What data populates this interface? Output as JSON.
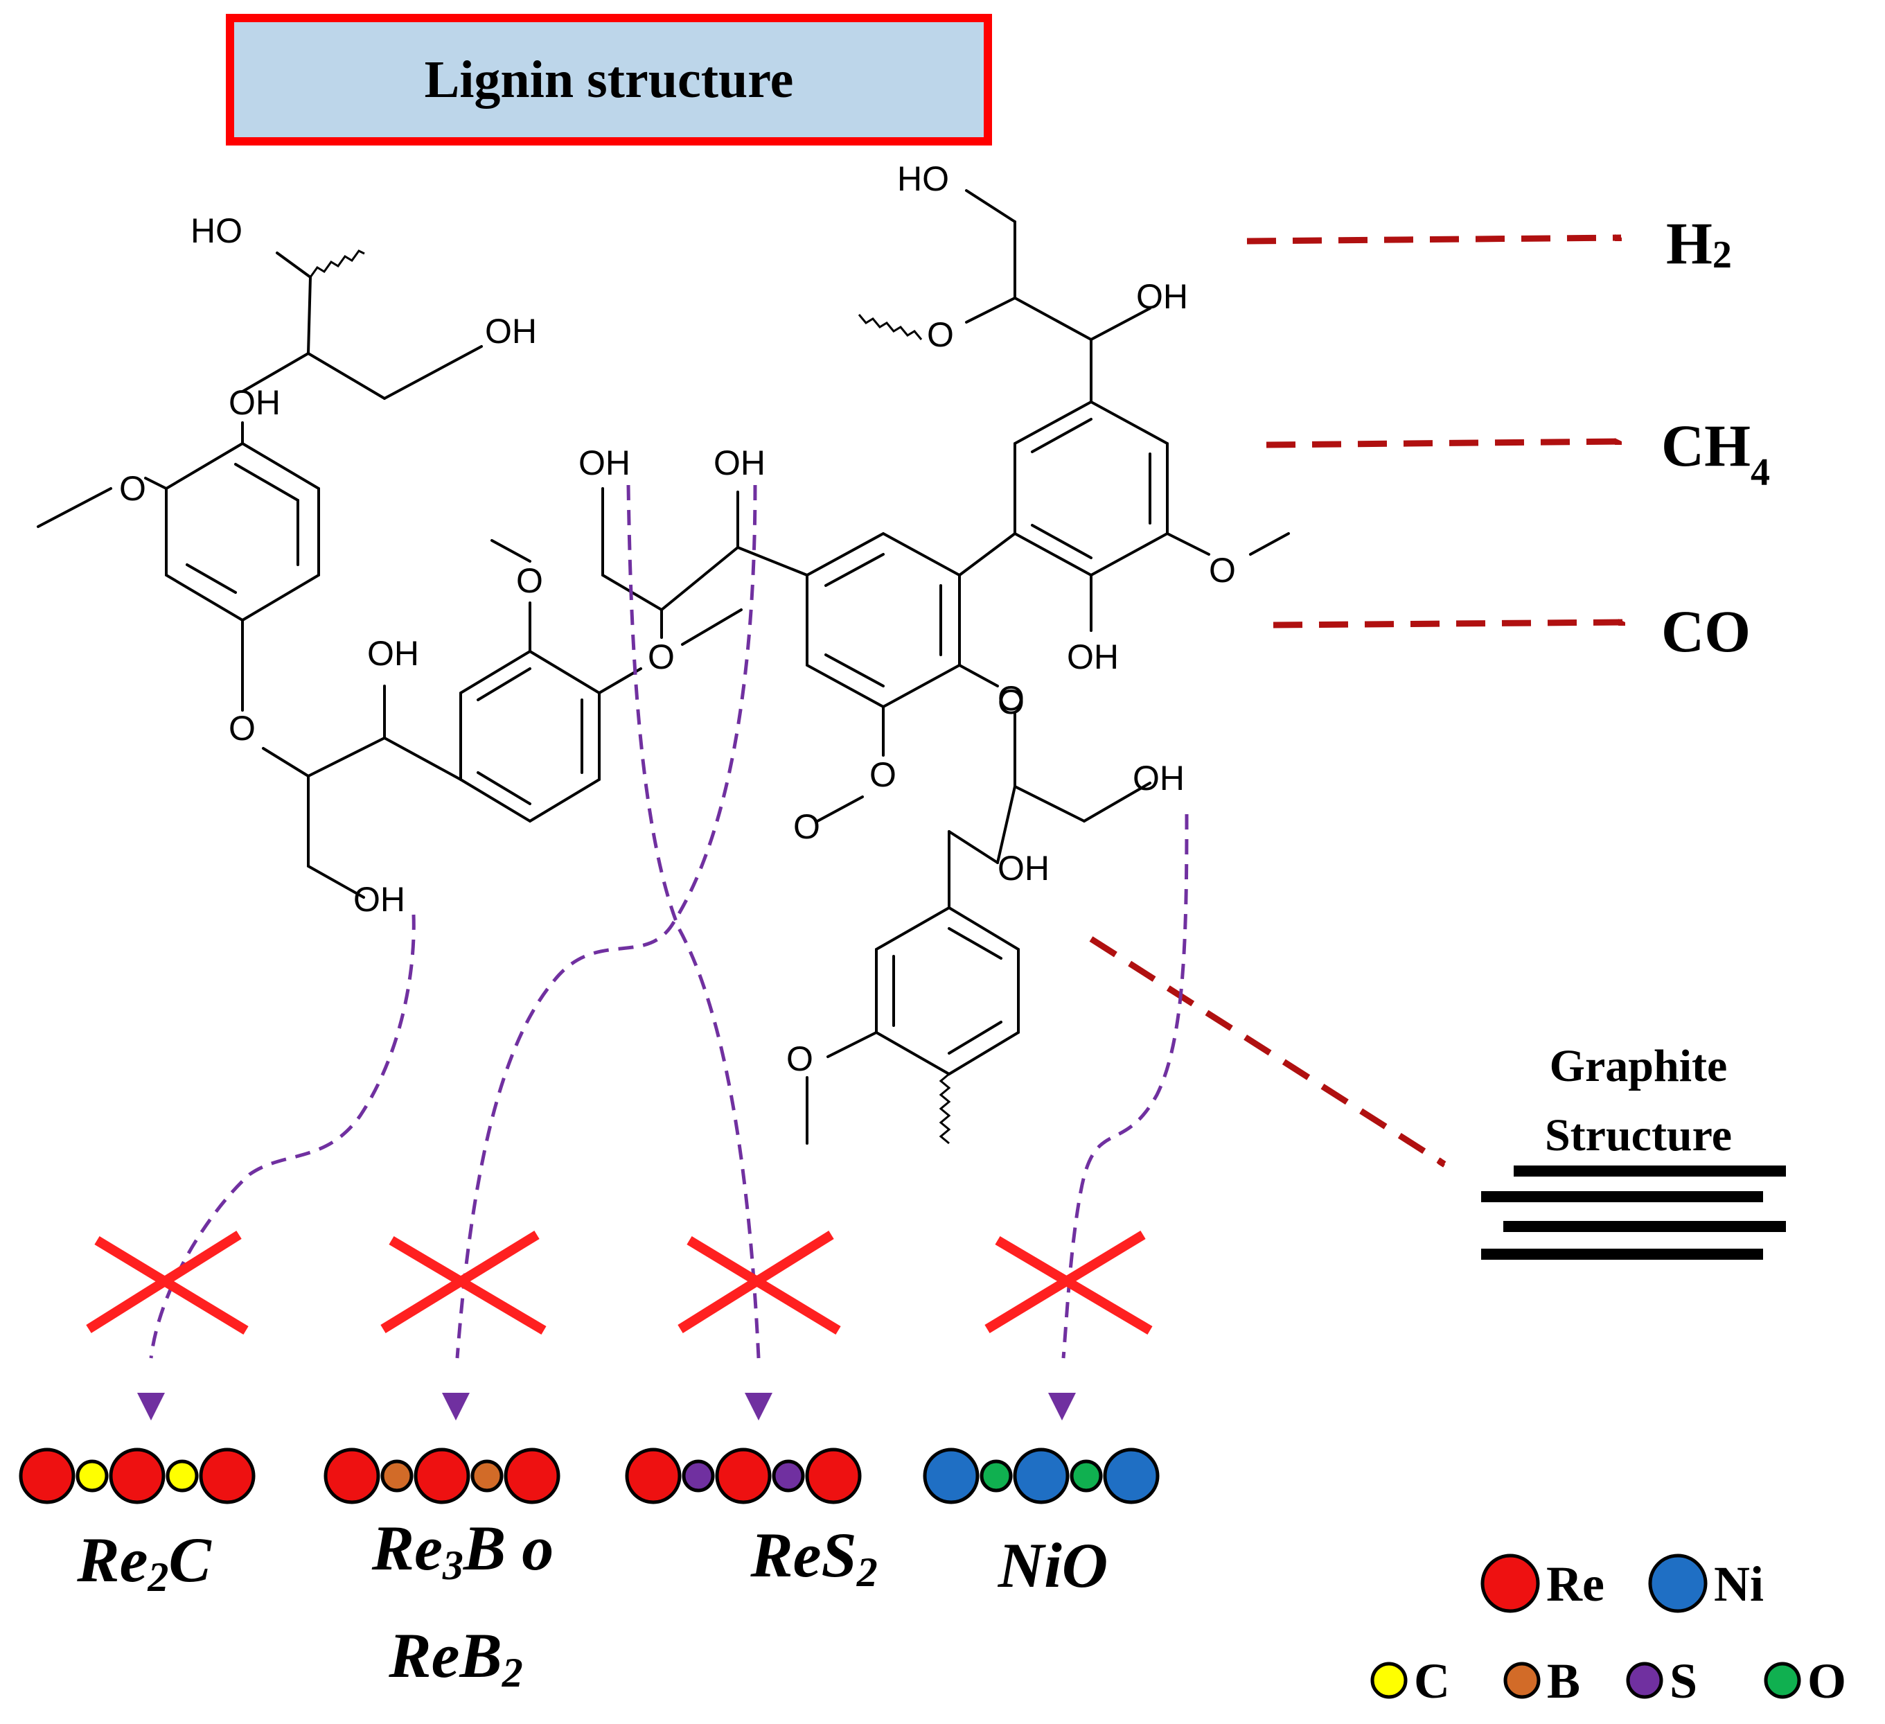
{
  "title": "Lignin structure",
  "colors": {
    "title_bg": "#bdd6ea",
    "title_border": "#ff0000",
    "gas_arrow": "#b01010",
    "path_arrow": "#7030a0",
    "cross": "#ff2020",
    "Re": "#ee1111",
    "Ni": "#1f6fc4",
    "C": "#ffff00",
    "B": "#d26b28",
    "S": "#7030a0",
    "O": "#10b050"
  },
  "chem_labels": [
    "HO",
    "OH",
    "OH",
    "OH",
    "O",
    "O",
    "O",
    "OH",
    "O",
    "OH",
    "OH",
    "O",
    "O",
    "HO",
    "O",
    "OH",
    "O",
    "OH",
    "O",
    "O",
    "OH",
    "OH",
    "O"
  ],
  "gases": [
    {
      "main": "H",
      "sub": "2"
    },
    {
      "main": "CH",
      "sub": "4"
    },
    {
      "main": "CO",
      "sub": ""
    }
  ],
  "graphite": {
    "line1": "Graphite",
    "line2": "Structure"
  },
  "catalysts": [
    {
      "parts": [
        {
          "t": "Re",
          "s": false
        },
        {
          "t": "2",
          "s": true
        },
        {
          "t": "C",
          "s": false
        }
      ],
      "pattern": [
        "Re",
        "C",
        "Re",
        "C",
        "Re"
      ]
    },
    {
      "parts": [
        {
          "t": "Re",
          "s": false
        },
        {
          "t": "3",
          "s": true
        },
        {
          "t": "B o",
          "s": false
        }
      ],
      "parts2": [
        {
          "t": "ReB",
          "s": false
        },
        {
          "t": "2",
          "s": true
        }
      ],
      "pattern": [
        "Re",
        "B",
        "Re",
        "B",
        "Re"
      ]
    },
    {
      "parts": [
        {
          "t": "ReS",
          "s": false
        },
        {
          "t": "2",
          "s": true
        }
      ],
      "pattern": [
        "Re",
        "S",
        "Re",
        "S",
        "Re"
      ]
    },
    {
      "parts": [
        {
          "t": "NiO",
          "s": false
        }
      ],
      "pattern": [
        "Ni",
        "O",
        "Ni",
        "O",
        "Ni"
      ]
    }
  ],
  "legend": {
    "row1": [
      {
        "el": "Re",
        "label": "Re"
      },
      {
        "el": "Ni",
        "label": "Ni"
      }
    ],
    "row2": [
      {
        "el": "C",
        "label": "C"
      },
      {
        "el": "B",
        "label": "B"
      },
      {
        "el": "S",
        "label": "S"
      },
      {
        "el": "O",
        "label": "O"
      }
    ]
  }
}
